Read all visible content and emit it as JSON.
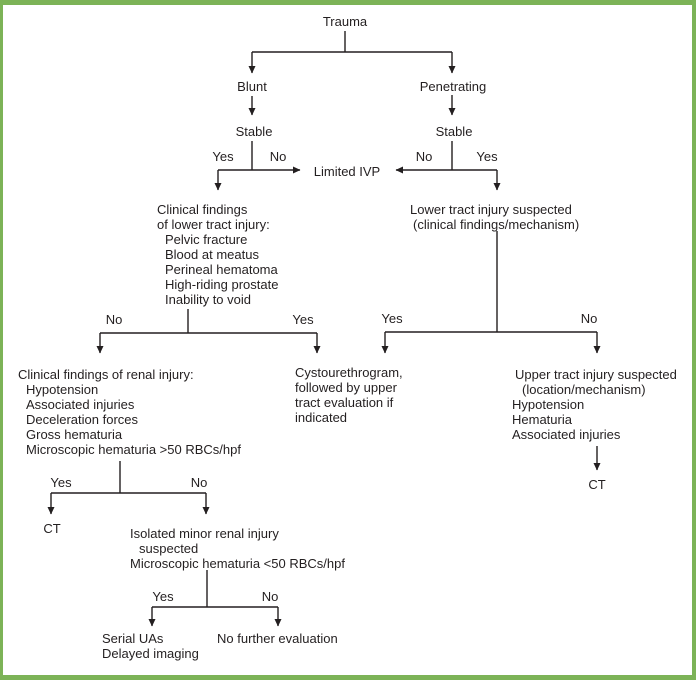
{
  "figure": {
    "border_color": "#7cb357",
    "line_color": "#231f20",
    "text_color": "#231f20"
  },
  "nodes": {
    "trauma": "Trauma",
    "blunt": "Blunt",
    "penetrating": "Penetrating",
    "stable_blunt": "Stable",
    "stable_penetrating": "Stable",
    "limited_ivp": "Limited IVP",
    "lower_tract_findings": {
      "title_lines": [
        "Clinical findings",
        "of lower tract injury:"
      ],
      "items": [
        "Pelvic fracture",
        "Blood at meatus",
        "Perineal hematoma",
        "High-riding prostate",
        "Inability to void"
      ]
    },
    "lower_tract_suspected": {
      "lines": [
        "Lower tract injury suspected",
        "(clinical findings/mechanism)"
      ]
    },
    "renal_findings": {
      "title": "Clinical findings of renal injury:",
      "items": [
        "Hypotension",
        "Associated injuries",
        "Deceleration forces",
        "Gross hematuria",
        "Microscopic hematuria >50 RBCs/hpf"
      ]
    },
    "cystourethrogram": {
      "lines": [
        "Cystourethrogram,",
        "followed by upper",
        "tract evaluation if",
        "indicated"
      ]
    },
    "upper_tract_suspected": {
      "title": "Upper tract injury suspected",
      "subtitle": "(location/mechanism)",
      "items": [
        "Hypotension",
        "Hematuria",
        "Associated injuries"
      ]
    },
    "ct_renal": "CT",
    "ct_upper": "CT",
    "isolated_minor": {
      "lines": [
        "Isolated minor renal injury",
        "suspected",
        "Microscopic hematuria <50 RBCs/hpf"
      ]
    },
    "serial_uas": {
      "lines": [
        "Serial UAs",
        "Delayed imaging"
      ]
    },
    "no_further_evaluation": "No further evaluation"
  },
  "decisions": {
    "blunt_stable": {
      "yes": "Yes",
      "no": "No"
    },
    "penetrating_stable": {
      "no": "No",
      "yes": "Yes"
    },
    "lower_findings_branch": {
      "no": "No",
      "yes": "Yes"
    },
    "lower_suspected_branch": {
      "yes": "Yes",
      "no": "No"
    },
    "renal_findings_branch": {
      "yes": "Yes",
      "no": "No"
    },
    "isolated_minor_branch": {
      "yes": "Yes",
      "no": "No"
    }
  }
}
